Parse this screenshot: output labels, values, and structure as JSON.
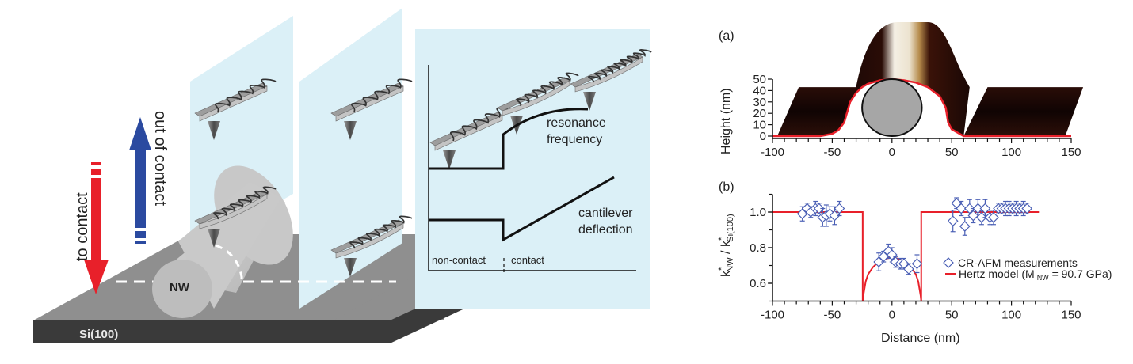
{
  "schematic": {
    "substrate_label": "Si(100)",
    "nanowire_label": "NW",
    "arrow_down_label": "to contact",
    "arrow_up_label": "out of contact",
    "inset_curve_top_label_1": "resonance",
    "inset_curve_top_label_2": "frequency",
    "inset_curve_bottom_label_1": "cantilever",
    "inset_curve_bottom_label_2": "deflection",
    "inset_region_left": "non-contact",
    "inset_region_right": "contact",
    "colors": {
      "panel": "#dbf0f7",
      "substrate_top": "#8f8f8f",
      "substrate_side": "#3a3a3a",
      "arrow_down": "#e8202a",
      "arrow_up": "#2b4aa0"
    }
  },
  "chart_data": [
    {
      "panel": "(a)",
      "type": "area",
      "title": "",
      "xlabel": "",
      "ylabel": "Height (nm)",
      "xlim": [
        -100,
        150
      ],
      "ylim": [
        0,
        50
      ],
      "xticks": [
        -100,
        -50,
        0,
        50,
        100,
        150
      ],
      "yticks": [
        0,
        10,
        20,
        30,
        40,
        50
      ],
      "series": [
        {
          "name": "height profile",
          "color": "#e8202a",
          "x": [
            -100,
            -60,
            -50,
            -45,
            -40,
            -35,
            -30,
            -25,
            -20,
            -10,
            0,
            10,
            20,
            30,
            40,
            45,
            47,
            50,
            55,
            60,
            100,
            150
          ],
          "y": [
            0,
            0,
            2,
            5,
            12,
            30,
            38,
            43,
            46,
            49,
            50,
            49,
            47,
            43,
            35,
            25,
            12,
            6,
            3,
            0,
            0,
            0
          ]
        }
      ],
      "nanowire_circle": {
        "center_x": 0,
        "center_y": 25,
        "radius": 25,
        "color": "#a6a6a6"
      }
    },
    {
      "panel": "(b)",
      "type": "scatter",
      "title": "",
      "xlabel": "Distance (nm)",
      "ylabel": "k*NW / k*Si(100)",
      "ylabel_parts": {
        "main": "k",
        "sup": "*",
        "sub1": "NW",
        "sep": " / k",
        "sub2": "Si(100)"
      },
      "xlim": [
        -100,
        150
      ],
      "ylim": [
        0.5,
        1.1
      ],
      "xticks": [
        -100,
        -50,
        0,
        50,
        100,
        150
      ],
      "yticks": [
        0.6,
        0.8,
        1.0
      ],
      "legend": {
        "position": "center-right",
        "entries": [
          {
            "label": "CR-AFM measurements",
            "marker": "diamond",
            "color": "#4a5fb5"
          },
          {
            "label_main": "Hertz model (M",
            "label_sub": "NW",
            "label_tail": " = 90.7 GPa)",
            "marker": "line",
            "color": "#e8202a"
          }
        ]
      },
      "series": [
        {
          "name": "CR-AFM measurements",
          "color": "#4a5fb5",
          "points": [
            {
              "x": -75,
              "y": 0.99,
              "err": 0.04
            },
            {
              "x": -71,
              "y": 1.02,
              "err": 0.03
            },
            {
              "x": -68,
              "y": 1.0,
              "err": 0.03
            },
            {
              "x": -64,
              "y": 1.02,
              "err": 0.04
            },
            {
              "x": -61,
              "y": 1.02,
              "err": 0.03
            },
            {
              "x": -58,
              "y": 0.97,
              "err": 0.05
            },
            {
              "x": -55,
              "y": 0.98,
              "err": 0.06
            },
            {
              "x": -52,
              "y": 0.99,
              "err": 0.04
            },
            {
              "x": -48,
              "y": 0.98,
              "err": 0.05
            },
            {
              "x": -44,
              "y": 1.02,
              "err": 0.04
            },
            {
              "x": -11,
              "y": 0.72,
              "err": 0.05
            },
            {
              "x": -7,
              "y": 0.75,
              "err": 0.03
            },
            {
              "x": -3,
              "y": 0.78,
              "err": 0.04
            },
            {
              "x": 0,
              "y": 0.76,
              "err": 0.04
            },
            {
              "x": 3,
              "y": 0.72,
              "err": 0.03
            },
            {
              "x": 7,
              "y": 0.71,
              "err": 0.03
            },
            {
              "x": 10,
              "y": 0.71,
              "err": 0.03
            },
            {
              "x": 14,
              "y": 0.68,
              "err": 0.03
            },
            {
              "x": 21,
              "y": 0.71,
              "err": 0.05
            },
            {
              "x": 51,
              "y": 0.95,
              "err": 0.06
            },
            {
              "x": 54,
              "y": 1.05,
              "err": 0.03
            },
            {
              "x": 58,
              "y": 1.02,
              "err": 0.04
            },
            {
              "x": 61,
              "y": 0.92,
              "err": 0.05
            },
            {
              "x": 65,
              "y": 1.02,
              "err": 0.05
            },
            {
              "x": 68,
              "y": 0.98,
              "err": 0.04
            },
            {
              "x": 72,
              "y": 1.02,
              "err": 0.05
            },
            {
              "x": 75,
              "y": 0.97,
              "err": 0.04
            },
            {
              "x": 78,
              "y": 1.02,
              "err": 0.05
            },
            {
              "x": 82,
              "y": 0.97,
              "err": 0.04
            },
            {
              "x": 85,
              "y": 0.97,
              "err": 0.04
            },
            {
              "x": 89,
              "y": 1.02,
              "err": 0.03
            },
            {
              "x": 92,
              "y": 1.02,
              "err": 0.03
            },
            {
              "x": 95,
              "y": 1.02,
              "err": 0.04
            },
            {
              "x": 98,
              "y": 1.02,
              "err": 0.04
            },
            {
              "x": 101,
              "y": 1.02,
              "err": 0.03
            },
            {
              "x": 104,
              "y": 1.02,
              "err": 0.04
            },
            {
              "x": 107,
              "y": 1.02,
              "err": 0.03
            },
            {
              "x": 110,
              "y": 1.02,
              "err": 0.04
            },
            {
              "x": 113,
              "y": 1.02,
              "err": 0.03
            }
          ]
        },
        {
          "name": "Hertz model",
          "color": "#e8202a",
          "x": [
            -100,
            -24.5,
            -24.5,
            -24,
            -22,
            -20,
            -16,
            -12,
            -8,
            -4,
            0,
            4,
            8,
            12,
            16,
            20,
            22,
            24,
            24.5,
            24.5,
            123
          ],
          "y": [
            1.0,
            1.0,
            0.5,
            0.53,
            0.61,
            0.65,
            0.69,
            0.715,
            0.73,
            0.74,
            0.745,
            0.74,
            0.73,
            0.715,
            0.69,
            0.65,
            0.61,
            0.53,
            0.5,
            1.0,
            1.0
          ]
        }
      ]
    }
  ],
  "panel_labels": {
    "a": "(a)",
    "b": "(b)"
  }
}
